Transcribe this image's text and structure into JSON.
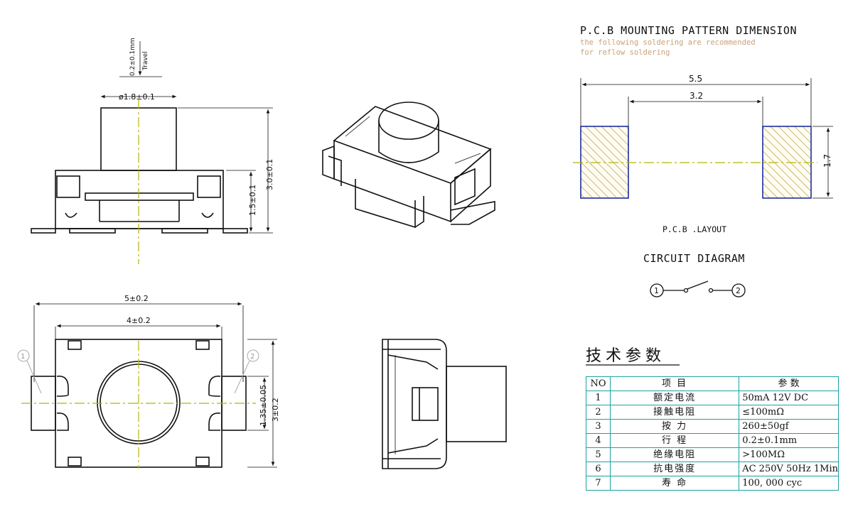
{
  "side_view": {
    "travel_value": "0.2±0.1mm",
    "travel_label": "Travel",
    "stem_dia": "ø1.8±0.1",
    "height_total": "3.0±0.1",
    "height_body": "1.5±0.1"
  },
  "top_view": {
    "width_outer": "5±0.2",
    "width_inner": "4±0.2",
    "depth_pins": "1.35±0.05",
    "depth_total": "3±0.2",
    "pin1": "1",
    "pin2": "2"
  },
  "pcb": {
    "title": "P.C.B MOUNTING PATTERN DIMENSION",
    "note_line1": "the following soldering are recommended",
    "note_line2": "for reflow soldering",
    "dim_outer": "5.5",
    "dim_inner": "3.2",
    "dim_height": "1.7",
    "layout_label": "P.C.B .LAYOUT"
  },
  "circuit": {
    "title": "CIRCUIT DIAGRAM",
    "pin1": "1",
    "pin2": "2"
  },
  "specs": {
    "title": "技术参数",
    "header": [
      "NO",
      "项    目",
      "参    数"
    ],
    "rows": [
      [
        "1",
        "额定电流",
        "50mA 12V DC"
      ],
      [
        "2",
        "接触电阻",
        "≤100mΩ"
      ],
      [
        "3",
        "按    力",
        "260±50gf"
      ],
      [
        "4",
        "行    程",
        "0.2±0.1mm"
      ],
      [
        "5",
        "绝缘电阻",
        ">100MΩ"
      ],
      [
        "6",
        "抗电强度",
        "AC 250V 50Hz 1Min"
      ],
      [
        "7",
        "寿    命",
        "100, 000 cyc"
      ]
    ]
  },
  "colors": {
    "line": "#111111",
    "centerline": "#b7b400",
    "pad_outline": "#1d2c9c",
    "pad_hatch": "#b49a3c",
    "note_text": "#c9a27a",
    "table_border": "#1aa3a0"
  }
}
